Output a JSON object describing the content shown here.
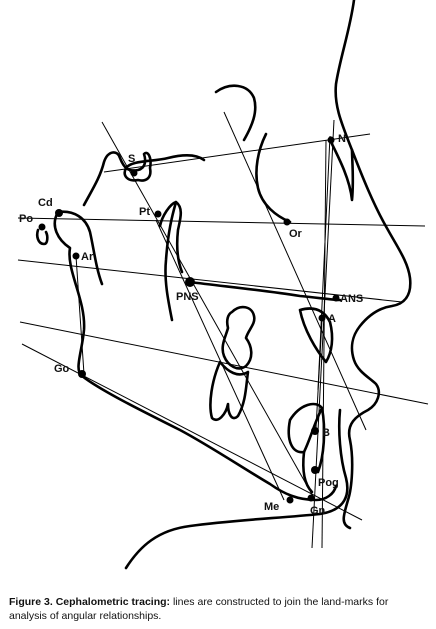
{
  "figure": {
    "landmarks": [
      {
        "id": "S",
        "label": "S"
      },
      {
        "id": "N",
        "label": "N"
      },
      {
        "id": "Cd",
        "label": "Cd"
      },
      {
        "id": "Po",
        "label": "Po"
      },
      {
        "id": "Pt",
        "label": "Pt"
      },
      {
        "id": "Or",
        "label": "Or"
      },
      {
        "id": "Ar",
        "label": "Ar"
      },
      {
        "id": "PNS",
        "label": "PNS"
      },
      {
        "id": "ANS",
        "label": "ANS"
      },
      {
        "id": "A",
        "label": "A"
      },
      {
        "id": "Go",
        "label": "Go"
      },
      {
        "id": "B",
        "label": "B"
      },
      {
        "id": "Pog",
        "label": "Pog"
      },
      {
        "id": "Me",
        "label": "Me"
      },
      {
        "id": "Gn",
        "label": "Gn"
      }
    ]
  },
  "caption": {
    "figure_number": "Figure 3.",
    "title": "Cephalometric tracing:",
    "text": " lines  are constructed to join the land-marks for analysis of angular relationships."
  }
}
